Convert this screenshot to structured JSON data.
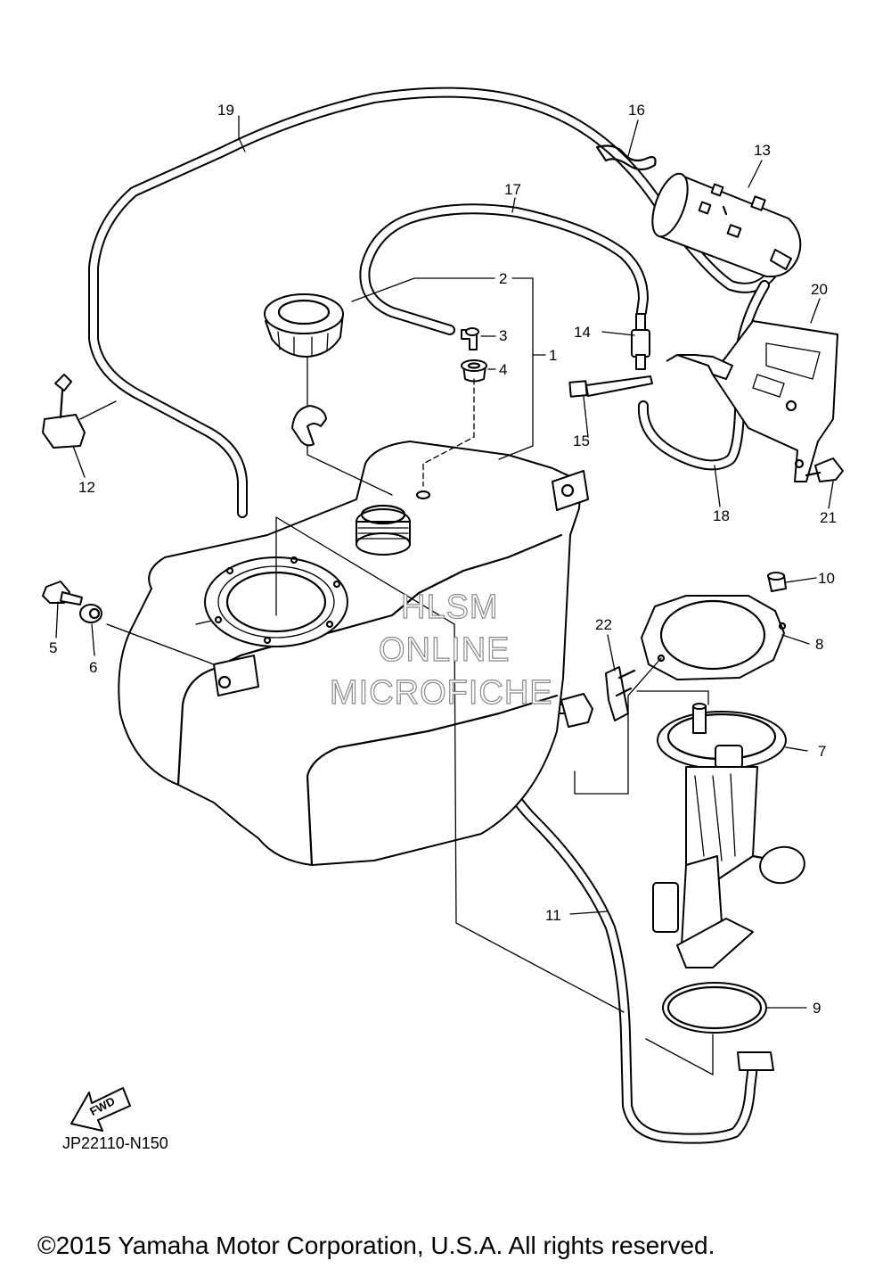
{
  "diagram_code": "JP22110-N150",
  "copyright": "©2015 Yamaha Motor Corporation, U.S.A. All rights reserved.",
  "watermark": [
    "HLSM",
    "ONLINE",
    "MICROFICHE"
  ],
  "fwd_label": "FWD",
  "callouts": [
    {
      "id": "c1",
      "text": "1"
    },
    {
      "id": "c2",
      "text": "2"
    },
    {
      "id": "c3",
      "text": "3"
    },
    {
      "id": "c4",
      "text": "4"
    },
    {
      "id": "c5",
      "text": "5"
    },
    {
      "id": "c6",
      "text": "6"
    },
    {
      "id": "c7",
      "text": "7"
    },
    {
      "id": "c8",
      "text": "8"
    },
    {
      "id": "c9",
      "text": "9"
    },
    {
      "id": "c10",
      "text": "10"
    },
    {
      "id": "c11",
      "text": "11"
    },
    {
      "id": "c12",
      "text": "12"
    },
    {
      "id": "c13",
      "text": "13"
    },
    {
      "id": "c14",
      "text": "14"
    },
    {
      "id": "c15",
      "text": "15"
    },
    {
      "id": "c16",
      "text": "16"
    },
    {
      "id": "c17",
      "text": "17"
    },
    {
      "id": "c18",
      "text": "18"
    },
    {
      "id": "c19",
      "text": "19"
    },
    {
      "id": "c20",
      "text": "20"
    },
    {
      "id": "c21",
      "text": "21"
    },
    {
      "id": "c22",
      "text": "22"
    }
  ]
}
